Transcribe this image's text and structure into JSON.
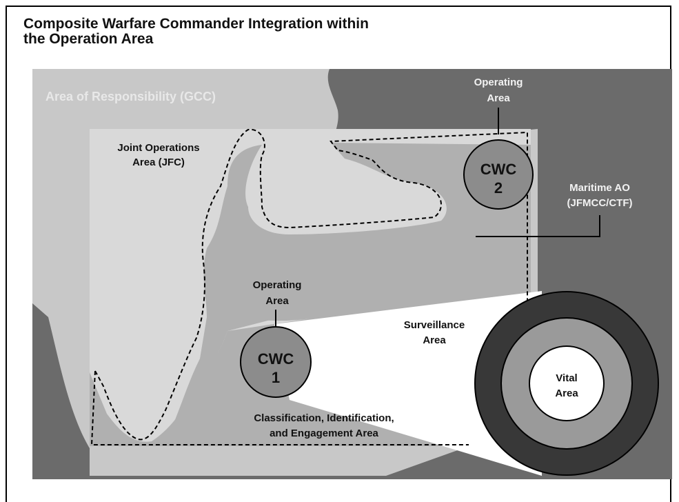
{
  "title": {
    "line1": "Composite Warfare Commander Integration within",
    "line2": "the Operation Area"
  },
  "labels": {
    "aor": "Area of Responsibility (GCC)",
    "joa_line1": "Joint Operations",
    "joa_line2": "Area (JFC)",
    "oparea2_line1": "Operating",
    "oparea2_line2": "Area",
    "cwc2_line1": "CWC",
    "cwc2_line2": "2",
    "maritime_line1": "Maritime AO",
    "maritime_line2": "(JFMCC/CTF)",
    "oparea1_line1": "Operating",
    "oparea1_line2": "Area",
    "cwc1_line1": "CWC",
    "cwc1_line2": "1",
    "surveillance_line1": "Surveillance",
    "surveillance_line2": "Area",
    "cie_line1": "Classification, Identification,",
    "cie_line2": "and Engagement Area",
    "vital_line1": "Vital",
    "vital_line2": "Area"
  },
  "colors": {
    "dark_land": "#6b6b6b",
    "aor_light": "#c8c8c8",
    "joa_fill": "#b0b0b0",
    "inner_light": "#d9d9d9",
    "cwc_fill": "#8c8c8c",
    "surveillance_ring": "#383838",
    "cie_ring": "#9a9a9a",
    "vital_fill": "#ffffff"
  }
}
